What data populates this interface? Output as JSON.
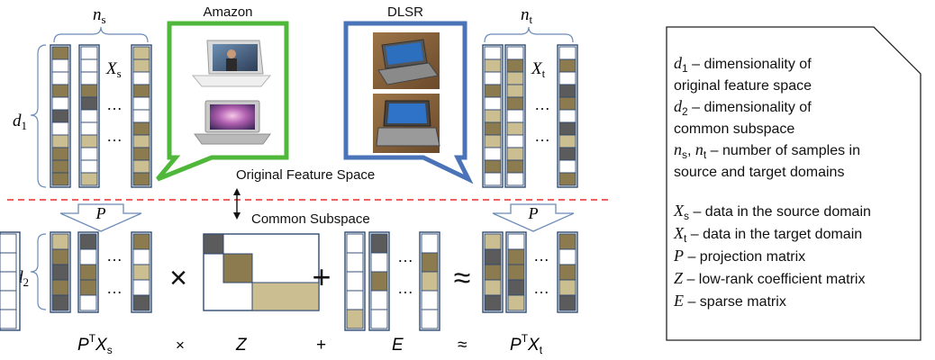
{
  "colors": {
    "olive": "#8b7b4e",
    "tan": "#cbbf92",
    "gray": "#5b5b5b",
    "outline": "#2f4a72",
    "amazon_frame": "#4fb83a",
    "dslr_frame": "#4a73b8",
    "divider": "#e03030"
  },
  "top": {
    "source_count": {
      "base": "n",
      "sub": "s"
    },
    "target_count": {
      "base": "n",
      "sub": "t"
    },
    "dim_label": {
      "base": "d",
      "sub": "1"
    },
    "source_matrix": {
      "base": "X",
      "sub": "s"
    },
    "target_matrix": {
      "base": "X",
      "sub": "t"
    },
    "ellipsis": "…",
    "amazon_label": "Amazon",
    "dslr_label": "DLSR",
    "feature_space_label": "Original Feature Space"
  },
  "bottom": {
    "subspace_label": "Common Subspace",
    "projection_left": "P",
    "projection_right": "P",
    "dim_label": {
      "base": "d",
      "sub": "2"
    },
    "times": "×",
    "plus": "+",
    "approx": "≈",
    "formula": {
      "left": {
        "base": "P",
        "sup": "T",
        "mid": "X",
        "sub": "s"
      },
      "times": "×",
      "z": "Z",
      "plus": "+",
      "e": "E",
      "approx": "≈",
      "right": {
        "base": "P",
        "sup": "T",
        "mid": "X",
        "sub": "t"
      }
    }
  },
  "legend": {
    "definitions": [
      {
        "sym": "d",
        "sub": "1",
        "text": " – dimensionality of",
        "cont": "original feature space"
      },
      {
        "sym": "d",
        "sub": "2",
        "text": " – dimensionality of",
        "cont": "common subspace"
      },
      {
        "sym": "n",
        "sub": "s",
        "sep": ", ",
        "sym2": "n",
        "sub2": "t",
        "text": " – number of samples in",
        "cont": "source and target domains"
      }
    ],
    "symbols": [
      {
        "sym": "X",
        "sub": "s",
        "text": " – data in the source domain"
      },
      {
        "sym": "X",
        "sub": "t",
        "text": " – data in the target domain"
      },
      {
        "sym": "P",
        "text": " – projection matrix"
      },
      {
        "sym": "Z",
        "text": " – low-rank coefficient matrix"
      },
      {
        "sym": "E",
        "text": " – sparse matrix"
      }
    ]
  },
  "matrices": {
    "source_top": [
      [
        "o",
        "w",
        "w",
        "o",
        "w",
        "g",
        "w",
        "t",
        "o",
        "o",
        "o"
      ],
      [
        "w",
        "w",
        "w",
        "o",
        "g",
        "w",
        "w",
        "t",
        "w",
        "w",
        "t"
      ],
      [
        "t",
        "t",
        "w",
        "o",
        "w",
        "w",
        "o",
        "t",
        "o",
        "t",
        "o"
      ]
    ],
    "target_top": [
      [
        "w",
        "t",
        "w",
        "o",
        "w",
        "t",
        "o",
        "t",
        "w",
        "o",
        "w"
      ],
      [
        "w",
        "o",
        "t",
        "t",
        "o",
        "w",
        "t",
        "w",
        "t",
        "o",
        "w"
      ],
      [
        "w",
        "o",
        "w",
        "g",
        "o",
        "w",
        "g",
        "t",
        "g",
        "w",
        "o"
      ]
    ],
    "source_bottom": [
      [
        "t",
        "o",
        "g",
        "o",
        "g"
      ],
      [
        "g",
        "w",
        "o",
        "o",
        "w"
      ],
      [
        "o",
        "w",
        "t",
        "w",
        "g"
      ]
    ],
    "target_bottom": [
      [
        "t",
        "g",
        "o",
        "t",
        "g"
      ],
      [
        "w",
        "o",
        "o",
        "g",
        "t"
      ],
      [
        "o",
        "w",
        "o",
        "t",
        "g"
      ]
    ],
    "e_matrix": [
      [
        "w",
        "w",
        "w",
        "w",
        "t"
      ],
      [
        "g",
        "w",
        "o",
        "w",
        "w"
      ],
      [
        "w",
        "o",
        "t",
        "w",
        "w"
      ],
      [
        "w",
        "w",
        "w",
        "w",
        "w"
      ]
    ]
  }
}
